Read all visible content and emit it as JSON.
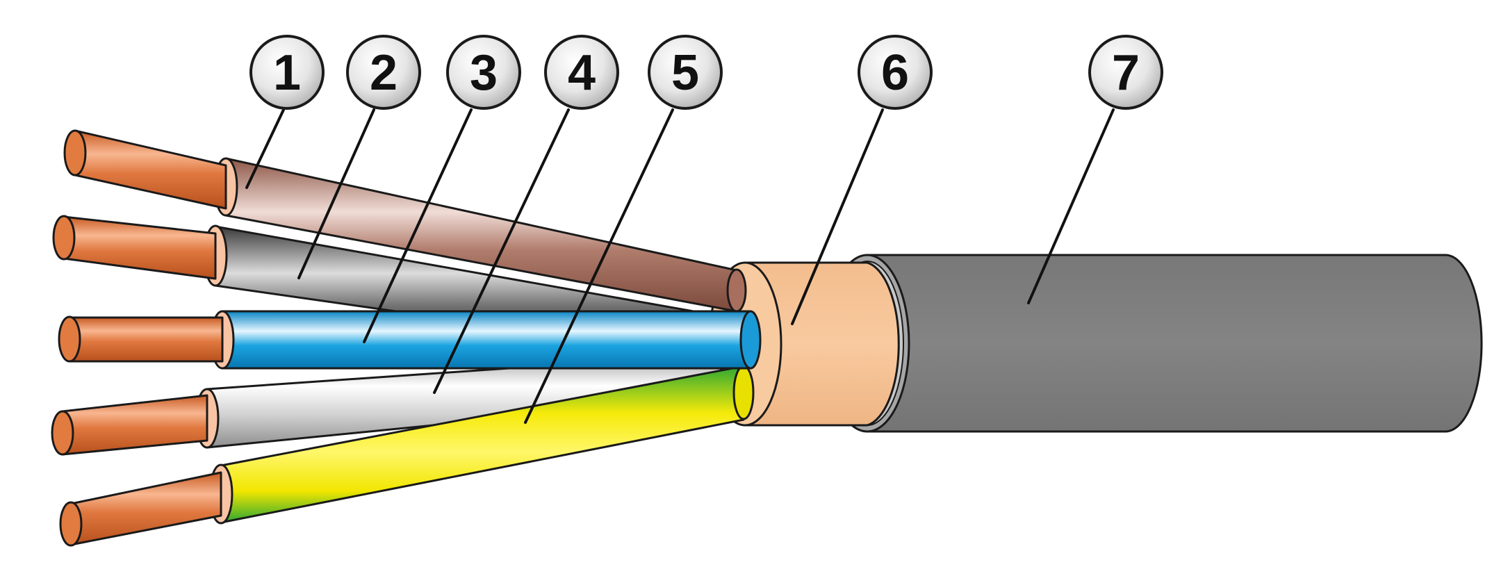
{
  "callouts": [
    {
      "number": "1",
      "part": "conductor-insulation",
      "color": "#a86e5e"
    },
    {
      "number": "2",
      "part": "conductor-insulation",
      "color": "#555555"
    },
    {
      "number": "3",
      "part": "conductor-insulation",
      "color": "#1ba4e0"
    },
    {
      "number": "4",
      "part": "conductor-insulation",
      "color": "#c8c8c8"
    },
    {
      "number": "5",
      "part": "conductor-insulation",
      "color": "#f1e600"
    },
    {
      "number": "6",
      "part": "inner-filler",
      "color": "#f6c49a"
    },
    {
      "number": "7",
      "part": "outer-sheath",
      "color": "#7c7c7c"
    }
  ],
  "colors": {
    "copper": "#e07840",
    "copper_light": "#f8c4a4",
    "earth_green": "#2da832",
    "earth_yellow": "#f6ea0a",
    "outline": "#1a1a1a"
  }
}
